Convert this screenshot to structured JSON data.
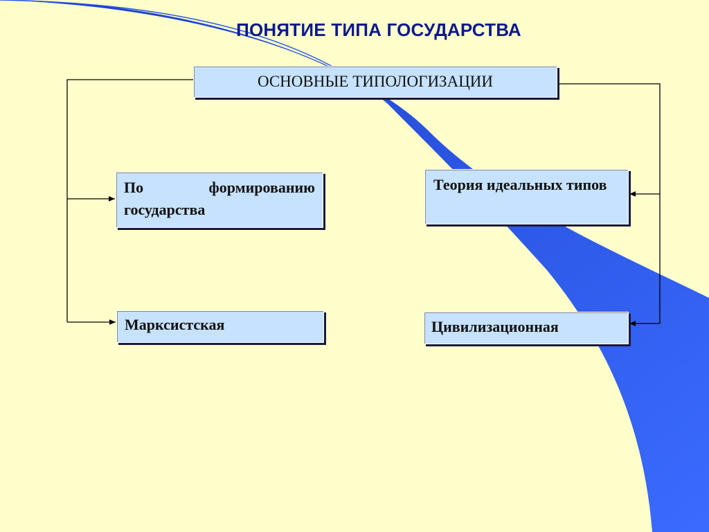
{
  "title": "ПОНЯТИЕ ТИПА ГОСУДАРСТВА",
  "root": {
    "label": "ОСНОВНЫЕ ТИПОЛОГИЗАЦИИ"
  },
  "left_branch": [
    {
      "label": "По формированию государства"
    },
    {
      "label": "Марксистская"
    }
  ],
  "right_branch": [
    {
      "label": "Теория идеальных типов"
    },
    {
      "label": "Цивилизационная"
    }
  ],
  "colors": {
    "background": "#ffffcc",
    "title": "#0b1a8c",
    "box_fill": "#c6e2ff",
    "swoosh": "#2a54e8",
    "connector": "#000000"
  }
}
